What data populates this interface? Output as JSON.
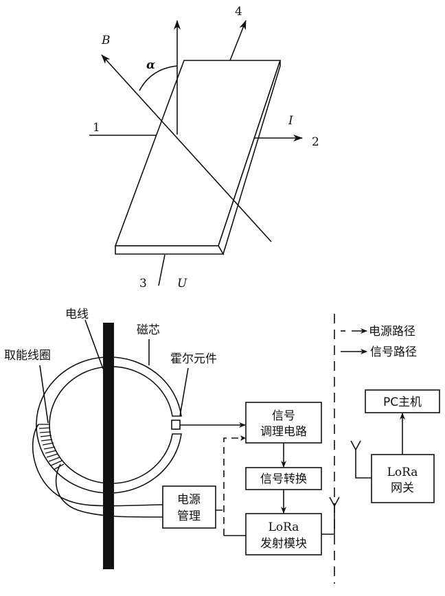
{
  "top_diagram": {
    "labels": {
      "B": "B",
      "alpha": "α",
      "n1": "1",
      "n2": "2",
      "n3": "3",
      "n4": "4",
      "I": "I",
      "U": "U"
    }
  },
  "bottom_diagram": {
    "wire_label": "电线",
    "core_label": "磁芯",
    "coil_label": "取能线圈",
    "hall_label": "霍尔元件",
    "legend": {
      "power_path": "电源路径",
      "signal_path": "信号路径"
    },
    "boxes": {
      "conditioning_line1": "信号",
      "conditioning_line2": "调理电路",
      "conversion": "信号转换",
      "lora_tx_line1": "LoRa",
      "lora_tx_line2": "发射模块",
      "power_line1": "电源",
      "power_line2": "管理",
      "pc": "PC主机",
      "gateway_line1": "LoRa",
      "gateway_line2": "网关"
    }
  }
}
